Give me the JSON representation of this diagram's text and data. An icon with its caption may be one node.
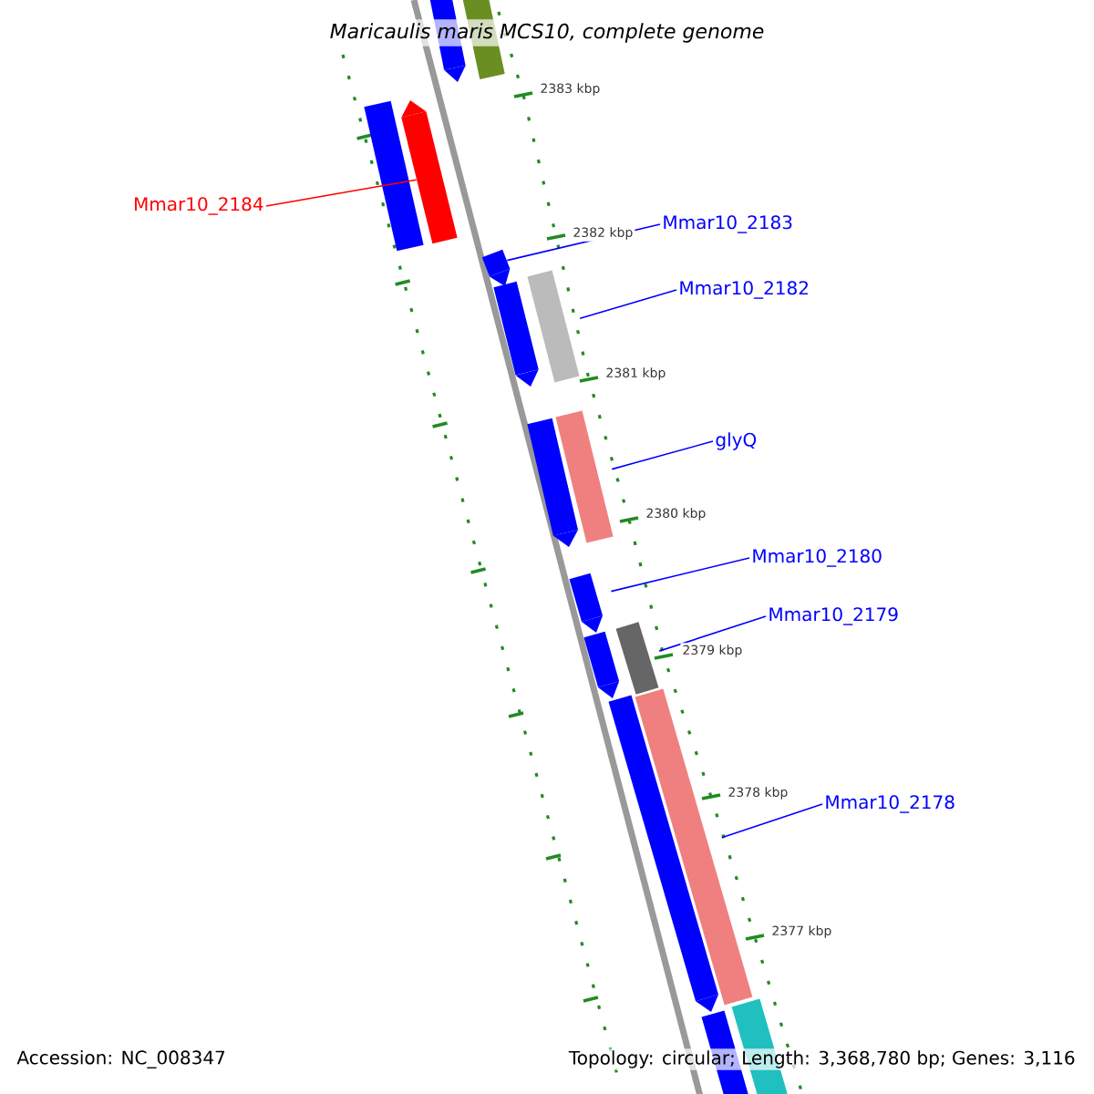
{
  "diagram": {
    "title": "Maricaulis maris MCS10, complete genome",
    "nodes": [
      {
        "text": [],
        "shape": "bar"
      },
      {
        "text": [],
        "shape": "bar"
      },
      {
        "text": [],
        "shape": "bar"
      },
      {
        "text": [
          "Mmar10_2184"
        ]
      },
      {
        "text": [],
        "shape": "bar"
      },
      {
        "text": [
          "Mmar10_2183"
        ]
      },
      {
        "text": [],
        "shape": "bar"
      },
      {
        "text": [
          "Mmar10_2182"
        ]
      },
      {
        "text": [],
        "shape": "bar"
      },
      {
        "text": [],
        "shape": "bar"
      },
      {
        "text": [
          "glyQ"
        ]
      },
      {
        "text": [],
        "shape": "bar"
      },
      {
        "text": [],
        "shape": "bar"
      },
      {
        "text": [
          "Mmar10_2180"
        ]
      },
      {
        "text": [],
        "shape": "bar"
      },
      {
        "text": [
          "Mmar10_2179"
        ]
      },
      {
        "text": [],
        "shape": "bar"
      },
      {
        "text": [],
        "shape": "bar"
      },
      {
        "text": [
          "Mmar10_2178"
        ]
      },
      {
        "text": [],
        "shape": "bar"
      },
      {
        "text": [],
        "shape": "bar"
      },
      {
        "text": [],
        "shape": "bar"
      },
      {
        "text": [],
        "shape": "bar"
      }
    ],
    "edges": [
      {
        "from": 3,
        "to": 4,
        "arrow": "none",
        "color": "#ff0000"
      },
      {
        "from": 5,
        "to": 6,
        "arrow": "none"
      },
      {
        "from": 7,
        "to": 9,
        "arrow": "none"
      },
      {
        "from": 10,
        "to": 12,
        "arrow": "none"
      },
      {
        "from": 13,
        "to": 14,
        "arrow": "none"
      },
      {
        "from": 15,
        "to": 17,
        "arrow": "none"
      },
      {
        "from": 18,
        "to": 20,
        "arrow": "none"
      }
    ],
    "labels": [
      "2383 kbp",
      "2382 kbp",
      "2381 kbp",
      "2380 kbp",
      "2379 kbp",
      "2378 kbp",
      "2377 kbp",
      "Accession: NC_008347",
      "Topology: circular; Length: 3,368,780 bp; Genes: 3,116"
    ]
  }
}
